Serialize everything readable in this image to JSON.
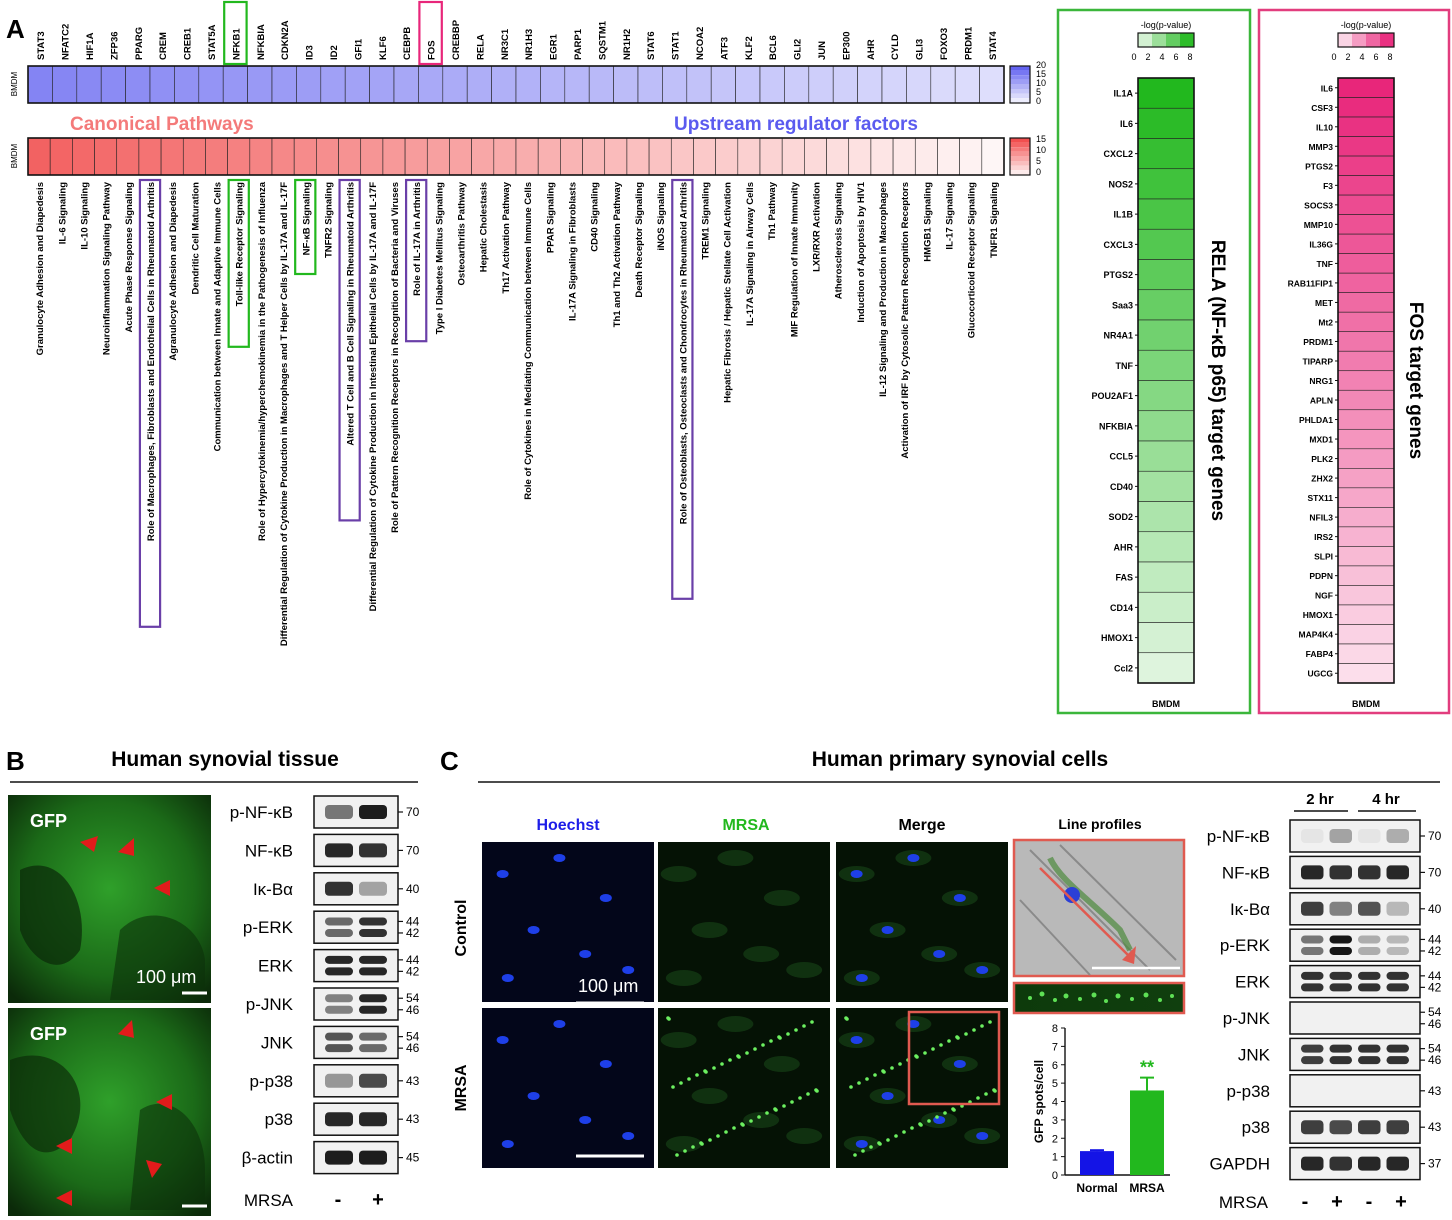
{
  "panels": {
    "A": "A",
    "B": "B",
    "C": "C"
  },
  "heatmap_upstream": {
    "row_label": "BMDM",
    "regulators": [
      "STAT3",
      "NFATC2",
      "HIF1A",
      "ZFP36",
      "PPARG",
      "CREM",
      "CREB1",
      "STAT5A",
      "NFKB1",
      "NFKBIA",
      "CDKN2A",
      "ID3",
      "ID2",
      "GFI1",
      "KLF6",
      "CEBPB",
      "FOS",
      "CREBBP",
      "RELA",
      "NR3C1",
      "NR1H3",
      "EGR1",
      "PARP1",
      "SQSTM1",
      "NR1H2",
      "STAT6",
      "STAT1",
      "NCOA2",
      "ATF3",
      "KLF2",
      "BCL6",
      "GLI2",
      "JUN",
      "EP300",
      "AHR",
      "CYLD",
      "GLI3",
      "FOXO3",
      "PRDM1",
      "STAT4"
    ],
    "highlight_green": [
      "NFKB1"
    ],
    "highlight_pink": [
      "FOS"
    ],
    "scale_ticks": [
      "20",
      "15",
      "10",
      "5",
      "0"
    ],
    "color": "#5b5bef",
    "title": "Upstream regulator factors"
  },
  "heatmap_pathways": {
    "row_label": "BMDM",
    "title": "Canonical Pathways",
    "scale_ticks": [
      "15",
      "10",
      "5",
      "0"
    ],
    "color": "#f04646",
    "pathways": [
      "Granulocyte Adhesion and Diapedesis",
      "IL-6 Signaling",
      "IL-10 Signaling",
      "Neuroinflammation Signaling Pathway",
      "Acute Phase Response Signaling",
      "Role of Macrophages, Fibroblasts and Endothelial Cells in Rheumatoid Arthritis",
      "Agranulocyte Adhesion and Diapedesis",
      "Dendritic Cell Maturation",
      "Communication between Innate and Adaptive Immune Cells",
      "Toll-like Receptor Signaling",
      "Role of Hypercytokinemia/hyperchemokinemia in the Pathogenesis of Influenza",
      "Differential Regulation of Cytokine Production in Macrophages and T Helper Cells by IL-17A and IL-17F",
      "NF-κB Signaling",
      "TNFR2 Signaling",
      "Altered T Cell and B Cell Signaling in Rheumatoid Arthritis",
      "Differential Regulation of Cytokine Production in Intestinal Epithelial Cells by IL-17A and IL-17F",
      "Role of Pattern Recognition Receptors in Recognition of Bacteria and Viruses",
      "Role of IL-17A in Arthritis",
      "Type I Diabetes Mellitus Signaling",
      "Osteoarthritis Pathway",
      "Hepatic Cholestasis",
      "Th17 Activation Pathway",
      "Role of Cytokines in Mediating Communication between Immune Cells",
      "PPAR Signaling",
      "IL-17A Signaling in Fibroblasts",
      "CD40 Signaling",
      "Th1 and Th2 Activation Pathway",
      "Death Receptor Signaling",
      "iNOS Signaling",
      "Role of Osteoblasts, Osteoclasts and Chondrocytes in Rheumatoid Arthritis",
      "TREM1 Signaling",
      "Hepatic Fibrosis / Hepatic Stellate Cell Activation",
      "IL-17A Signaling in Airway Cells",
      "Th1 Pathway",
      "MIF Regulation of Innate Immunity",
      "LXR/RXR Activation",
      "Atherosclerosis Signaling",
      "Induction of Apoptosis by HIV1",
      "IL-12 Signaling and Production in Macrophages",
      "Activation of IRF by Cytosolic Pattern Recognition Receptors",
      "HMGB1 Signaling",
      "IL-17 Signaling",
      "Glucocorticoid Receptor Signaling",
      "TNFR1 Signaling"
    ],
    "highlight_green": [
      9,
      12
    ],
    "highlight_purple": [
      5,
      14,
      17,
      29
    ]
  },
  "rela_targets": {
    "legend_title": "-log(p-value)",
    "legend_ticks": [
      "0",
      "2",
      "4",
      "6",
      "8"
    ],
    "genes": [
      "IL1A",
      "IL6",
      "CXCL2",
      "NOS2",
      "IL1B",
      "CXCL3",
      "PTGS2",
      "Saa3",
      "NR4A1",
      "TNF",
      "POU2AF1",
      "NFKBIA",
      "CCL5",
      "CD40",
      "SOD2",
      "AHR",
      "FAS",
      "CD14",
      "HMOX1",
      "Ccl2"
    ],
    "column_label": "BMDM",
    "side_title": "RELA (NF-κB p65) target genes",
    "color": "#22b81e",
    "border": "#3bb63b"
  },
  "fos_targets": {
    "legend_title": "-log(p-value)",
    "legend_ticks": [
      "0",
      "2",
      "4",
      "6",
      "8"
    ],
    "genes": [
      "IL6",
      "CSF3",
      "IL10",
      "MMP3",
      "PTGS2",
      "F3",
      "SOCS3",
      "MMP10",
      "IL36G",
      "TNF",
      "RAB11FIP1",
      "MET",
      "Mt2",
      "PRDM1",
      "TIPARP",
      "NRG1",
      "APLN",
      "PHLDA1",
      "MXD1",
      "PLK2",
      "ZHX2",
      "STX11",
      "NFIL3",
      "IRS2",
      "SLPI",
      "PDPN",
      "NGF",
      "HMOX1",
      "MAP4K4",
      "FABP4",
      "UGCG"
    ],
    "column_label": "BMDM",
    "side_title": "FOS target genes",
    "color": "#e8267a",
    "border": "#e23d7e"
  },
  "panel_b": {
    "title": "Human synovial tissue",
    "image_label": "GFP",
    "scale_bar": "100 μm",
    "blot_labels": [
      "p-NF-κB",
      "NF-κB",
      "Iκ-Bα",
      "p-ERK",
      "ERK",
      "p-JNK",
      "JNK",
      "p-p38",
      "p38",
      "β-actin"
    ],
    "blot_kda": [
      [
        "70"
      ],
      [
        "70"
      ],
      [
        "40"
      ],
      [
        "44",
        "42"
      ],
      [
        "44",
        "42"
      ],
      [
        "54",
        "46"
      ],
      [
        "54",
        "46"
      ],
      [
        "43"
      ],
      [
        "43"
      ],
      [
        "45"
      ]
    ],
    "treatment_label": "MRSA",
    "treatment_marks": [
      "-",
      "+"
    ]
  },
  "panel_c": {
    "title": "Human primary synovial cells",
    "columns": [
      "Hoechst",
      "MRSA",
      "Merge",
      "Line profiles"
    ],
    "rows": [
      "Control",
      "MRSA"
    ],
    "scale_bar": "100 μm",
    "bar_chart": {
      "ylabel": "GFP spots/cell",
      "categories": [
        "Normal",
        "MRSA"
      ],
      "values": [
        1.3,
        4.6
      ],
      "errors": [
        0.05,
        0.7
      ],
      "ylim": [
        0,
        8
      ],
      "yticks": [
        "0",
        "1",
        "2",
        "3",
        "4",
        "5",
        "6",
        "7",
        "8"
      ],
      "significance": "**",
      "colors": [
        "#1414e6",
        "#22b81e"
      ]
    },
    "time_labels": [
      "2 hr",
      "4 hr"
    ],
    "blot_labels": [
      "p-NF-κB",
      "NF-κB",
      "Iκ-Bα",
      "p-ERK",
      "ERK",
      "p-JNK",
      "JNK",
      "p-p38",
      "p38",
      "GAPDH"
    ],
    "blot_kda": [
      [
        "70"
      ],
      [
        "70"
      ],
      [
        "40"
      ],
      [
        "44",
        "42"
      ],
      [
        "44",
        "42"
      ],
      [
        "54",
        "46"
      ],
      [
        "54",
        "46"
      ],
      [
        "43"
      ],
      [
        "43"
      ],
      [
        "37"
      ]
    ],
    "treatment_label": "MRSA",
    "treatment_marks": [
      "-",
      "+",
      "-",
      "+"
    ]
  },
  "chart_data": {
    "type": "bar",
    "categories": [
      "Normal",
      "MRSA"
    ],
    "values": [
      1.3,
      4.6
    ],
    "ylabel": "GFP spots/cell",
    "ylim": [
      0,
      8
    ]
  }
}
